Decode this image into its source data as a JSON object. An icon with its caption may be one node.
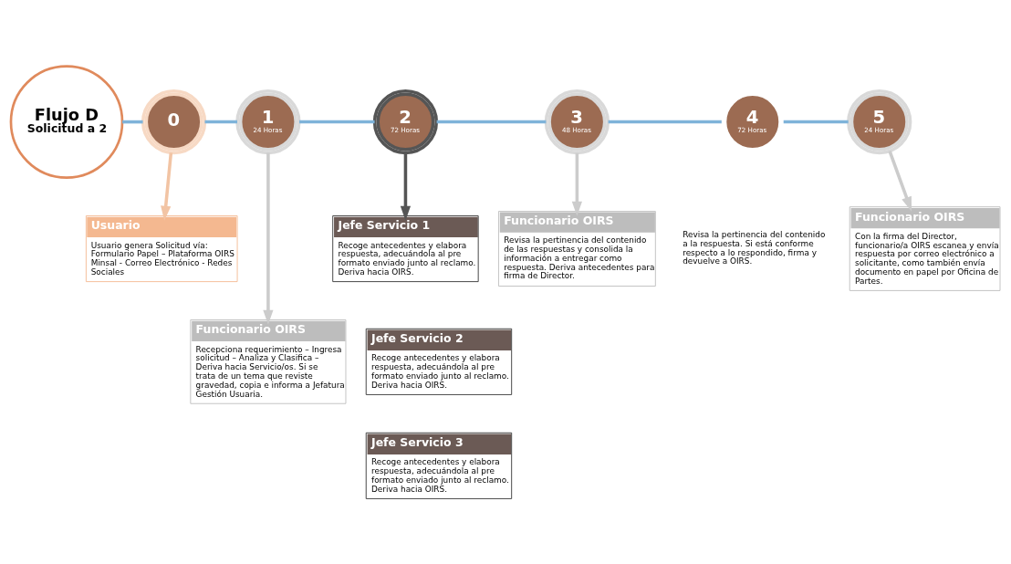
{
  "diagram": {
    "nodes": [
      {
        "text": [
          "Flujo D",
          "Solicitud a 2"
        ]
      },
      {
        "text": [
          "0"
        ]
      },
      {
        "text": [
          "1",
          "24 Horas"
        ]
      },
      {
        "text": [
          "2",
          "72 Horas"
        ]
      },
      {
        "text": [
          "3",
          "48 Horas"
        ]
      },
      {
        "text": [
          "4",
          "72 Horas"
        ]
      },
      {
        "text": [
          "5",
          "24 Horas"
        ]
      },
      {
        "text": [
          "Usuario",
          "Usuario genera Solicitud vía: Formulario Papel – Plataforma OIRS Minsal - Correo Electrónico - Redes Sociales"
        ]
      },
      {
        "text": [
          "Funcionario OIRS",
          "Recepciona requerimiento – Ingresa solicitud – Analiza y Clasifica – Deriva hacia Servicio/os. Si se trata de un tema que reviste gravedad, copia e informa a Jefatura Gestión Usuaria."
        ]
      },
      {
        "text": [
          "Jefe Servicio 1",
          "Recoge antecedentes y elabora respuesta, adecuándola al pre formato enviado junto al reclamo. Deriva hacia OIRS."
        ]
      },
      {
        "text": [
          "Jefe Servicio 2",
          "Recoge antecedentes y elabora respuesta, adecuándola al pre formato enviado junto al reclamo. Deriva hacia OIRS."
        ]
      },
      {
        "text": [
          "Jefe Servicio 3",
          "Recoge antecedentes y elabora respuesta, adecuándola al pre formato enviado junto al reclamo. Deriva hacia OIRS."
        ]
      },
      {
        "text": [
          "Funcionario OIRS",
          "Revisa la pertinencia del contenido de las respuestas y consolida la información a entregar como respuesta. Deriva antecedentes para firma de Director."
        ]
      },
      {
        "text": [
          "Revisa la pertinencia del contenido a la respuesta. Si está conforme respecto a lo respondido, firma y devuelve a OIRS."
        ]
      },
      {
        "text": [
          "Funcionario OIRS",
          "Con la firma del Director, funcionario/a OIRS escanea y envía respuesta por correo electrónico a solicitante, como también envía documento en papel por Oficina de Partes."
        ]
      }
    ],
    "edges": [
      {
        "from": 0,
        "to": 1,
        "arrow": "none",
        "color": "#7fb3d9"
      },
      {
        "from": 1,
        "to": 2,
        "arrow": "none",
        "color": "#7fb3d9"
      },
      {
        "from": 2,
        "to": 3,
        "arrow": "none",
        "color": "#7fb3d9"
      },
      {
        "from": 3,
        "to": 4,
        "arrow": "none",
        "color": "#7fb3d9"
      },
      {
        "from": 4,
        "to": 5,
        "arrow": "none",
        "color": "#7fb3d9"
      },
      {
        "from": 5,
        "to": 6,
        "arrow": "none",
        "color": "#7fb3d9"
      },
      {
        "from": 1,
        "to": 7,
        "arrow": "to",
        "color": "#f2c4a4"
      },
      {
        "from": 2,
        "to": 8,
        "arrow": "to"
      },
      {
        "from": 3,
        "to": 9,
        "arrow": "to",
        "color": "#555555"
      },
      {
        "from": 4,
        "to": 12,
        "arrow": "to"
      },
      {
        "from": 6,
        "to": 14,
        "arrow": "to"
      }
    ]
  }
}
